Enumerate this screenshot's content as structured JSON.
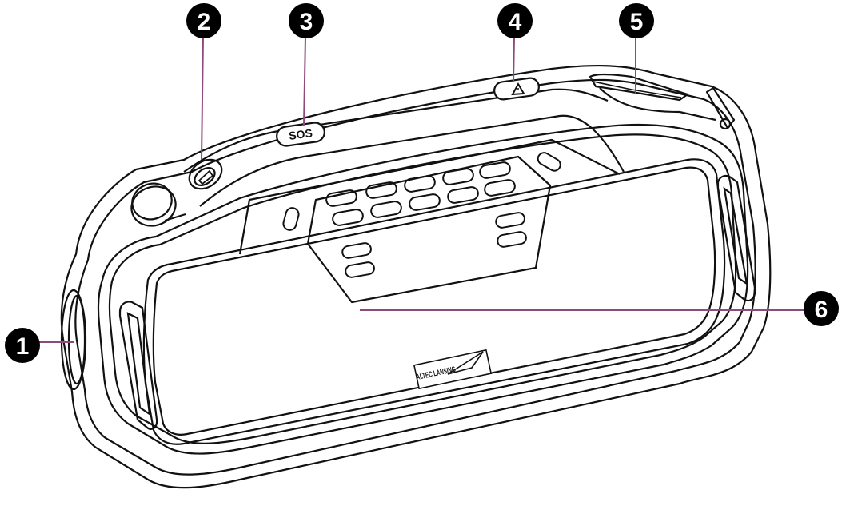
{
  "callouts": [
    {
      "number": "1",
      "target": "side-port"
    },
    {
      "number": "2",
      "target": "flashlight-button"
    },
    {
      "number": "3",
      "target": "sos-button"
    },
    {
      "number": "4",
      "target": "hazard-button"
    },
    {
      "number": "5",
      "target": "strap-loop"
    },
    {
      "number": "6",
      "target": "speaker-grille"
    }
  ],
  "labels": {
    "sos": "SOS",
    "brand_logo": "ALTEC LANSING"
  },
  "colors": {
    "callout_fill": "#000000",
    "leader_line": "#8e4a7c",
    "outline": "#111111"
  }
}
